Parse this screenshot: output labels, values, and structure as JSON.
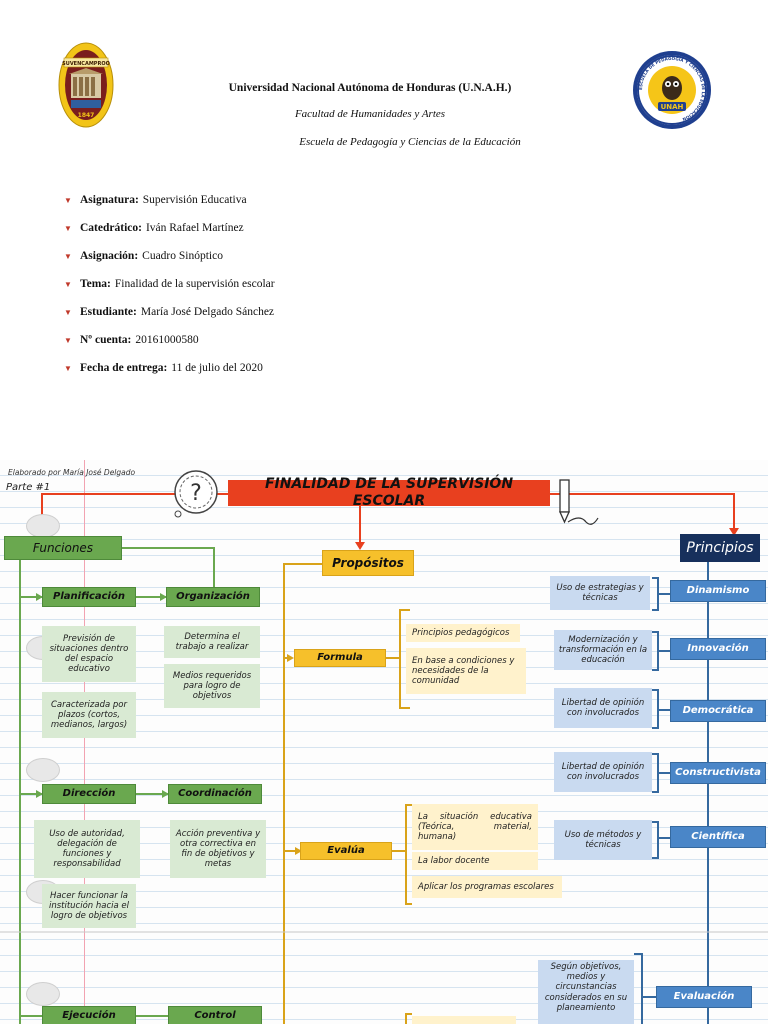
{
  "header": {
    "university": "Universidad Nacional Autónoma de Honduras (U.N.A.H.)",
    "faculty": "Facultad de Humanidades y Artes",
    "school": "Escuela de Pedagogía y Ciencias de la Educación",
    "left_seal": {
      "banner": "SUVENCAMPROO",
      "year": "1847"
    },
    "right_seal": {
      "ring_text": "ESCUELA DE PEDAGOGÍA Y CIENCIAS DE LA EDUCACIÓN",
      "wordmark": "UNAH"
    }
  },
  "meta": [
    {
      "label": "Asignatura:",
      "value": "Supervisión Educativa"
    },
    {
      "label": "Catedrático:",
      "value": "Iván Rafael Martínez"
    },
    {
      "label": "Asignación:",
      "value": "Cuadro Sinóptico"
    },
    {
      "label": "Tema:",
      "value": "Finalidad de la supervisión escolar"
    },
    {
      "label": "Estudiante:",
      "value": "María José Delgado Sánchez"
    },
    {
      "label": "Nº cuenta:",
      "value": "20161000580"
    },
    {
      "label": "Fecha de entrega:",
      "value": "11 de julio del 2020"
    }
  ],
  "diagram": {
    "author": "Elaborado por María José Delgado",
    "part": "Parte #1",
    "title": "FINALIDAD DE LA SUPERVISIÓN ESCOLAR",
    "funciones": {
      "label": "Funciones",
      "planificacion": "Planificación",
      "planificacion_items": [
        "Previsión de situaciones dentro del espacio educativo",
        "Caracterizada por plazos (cortos, medianos, largos)"
      ],
      "organizacion": "Organización",
      "organizacion_items": [
        "Determina el trabajo a realizar",
        "Medios requeridos para logro de objetivos"
      ],
      "direccion": "Dirección",
      "direccion_items": [
        "Uso de autoridad, delegación de funciones y responsabilidad",
        "Hacer funcionar la institución hacia el logro de objetivos"
      ],
      "coordinacion": "Coordinación",
      "coordinacion_items": [
        "Acción preventiva y otra correctiva en fin de objetivos y metas"
      ],
      "ejecucion": "Ejecución",
      "control": "Control"
    },
    "propositos": {
      "label": "Propósitos",
      "formula": "Formula",
      "formula_items": [
        "Principios pedagógicos",
        "En base a condiciones y necesidades de la comunidad"
      ],
      "evalua": "Evalúa",
      "evalua_items": [
        "La situación educativa (Teórica, material, humana)",
        "La labor docente",
        "Aplicar los programas escolares"
      ]
    },
    "principios": {
      "label": "Principios",
      "items": [
        {
          "name": "Dinamismo",
          "desc": "Uso de estrategias y técnicas"
        },
        {
          "name": "Innovación",
          "desc": "Modernización y transformación en la educación"
        },
        {
          "name": "Democrática",
          "desc": "Libertad de opinión con involucrados"
        },
        {
          "name": "Constructivista",
          "desc": "Libertad de opinión con involucrados"
        },
        {
          "name": "Científica",
          "desc": "Uso de métodos y técnicas"
        },
        {
          "name": "Evaluación",
          "desc": "Según objetivos, medios y circunstancias considerados en su planeamiento"
        }
      ]
    }
  }
}
